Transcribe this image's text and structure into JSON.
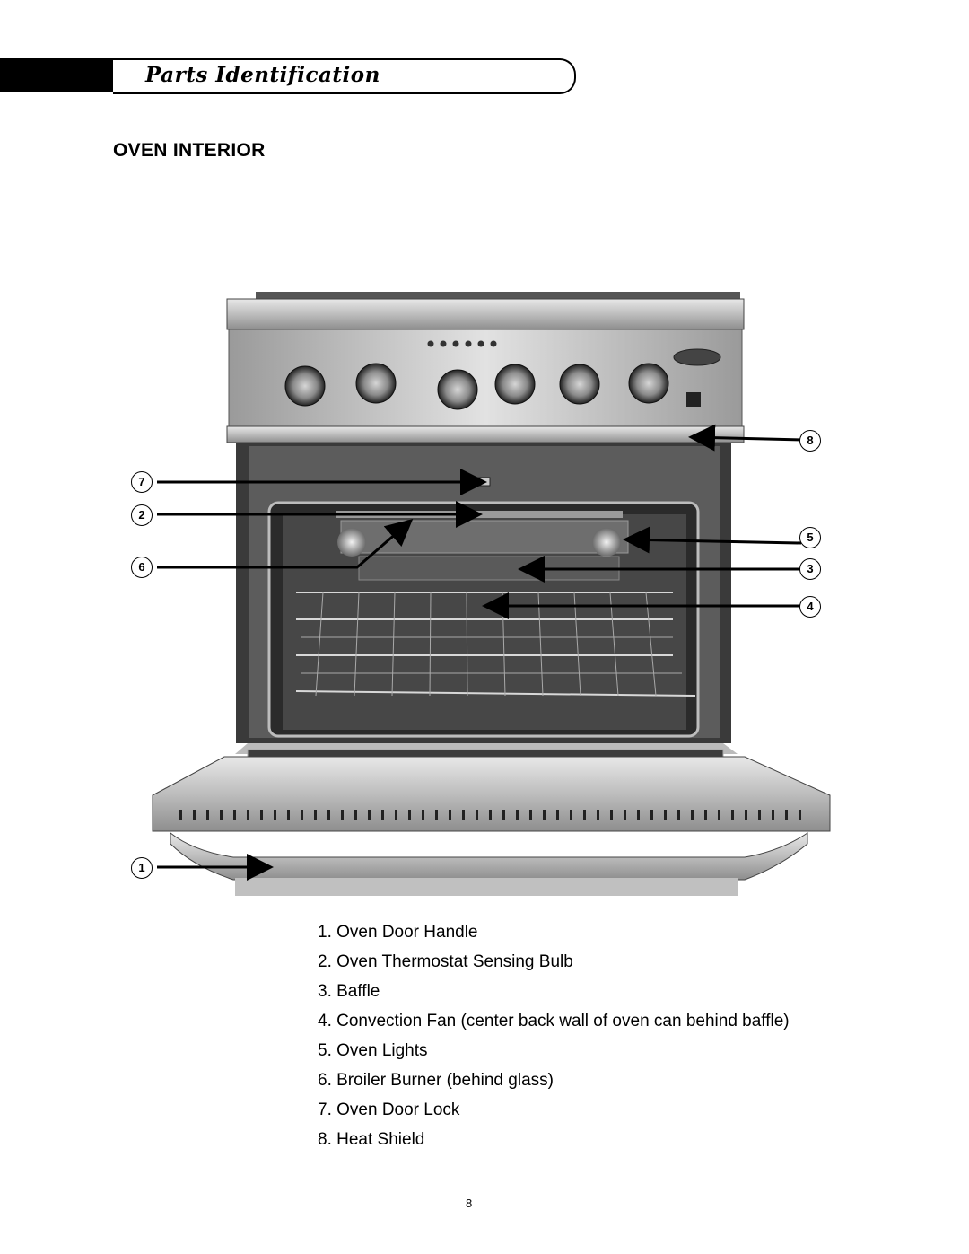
{
  "header": {
    "title": "Parts Identification"
  },
  "section": {
    "heading": "OVEN INTERIOR"
  },
  "figure": {
    "callouts": [
      "1",
      "2",
      "3",
      "4",
      "5",
      "6",
      "7",
      "8"
    ]
  },
  "legend": {
    "items": [
      "1. Oven Door Handle",
      "2. Oven Thermostat Sensing Bulb",
      "3. Baffle",
      "4. Convection Fan (center back wall of oven can behind baffle)",
      "5. Oven Lights",
      "6. Broiler Burner (behind glass)",
      "7. Oven Door Lock",
      "8. Heat Shield"
    ]
  },
  "footer": {
    "page_number": "8"
  }
}
